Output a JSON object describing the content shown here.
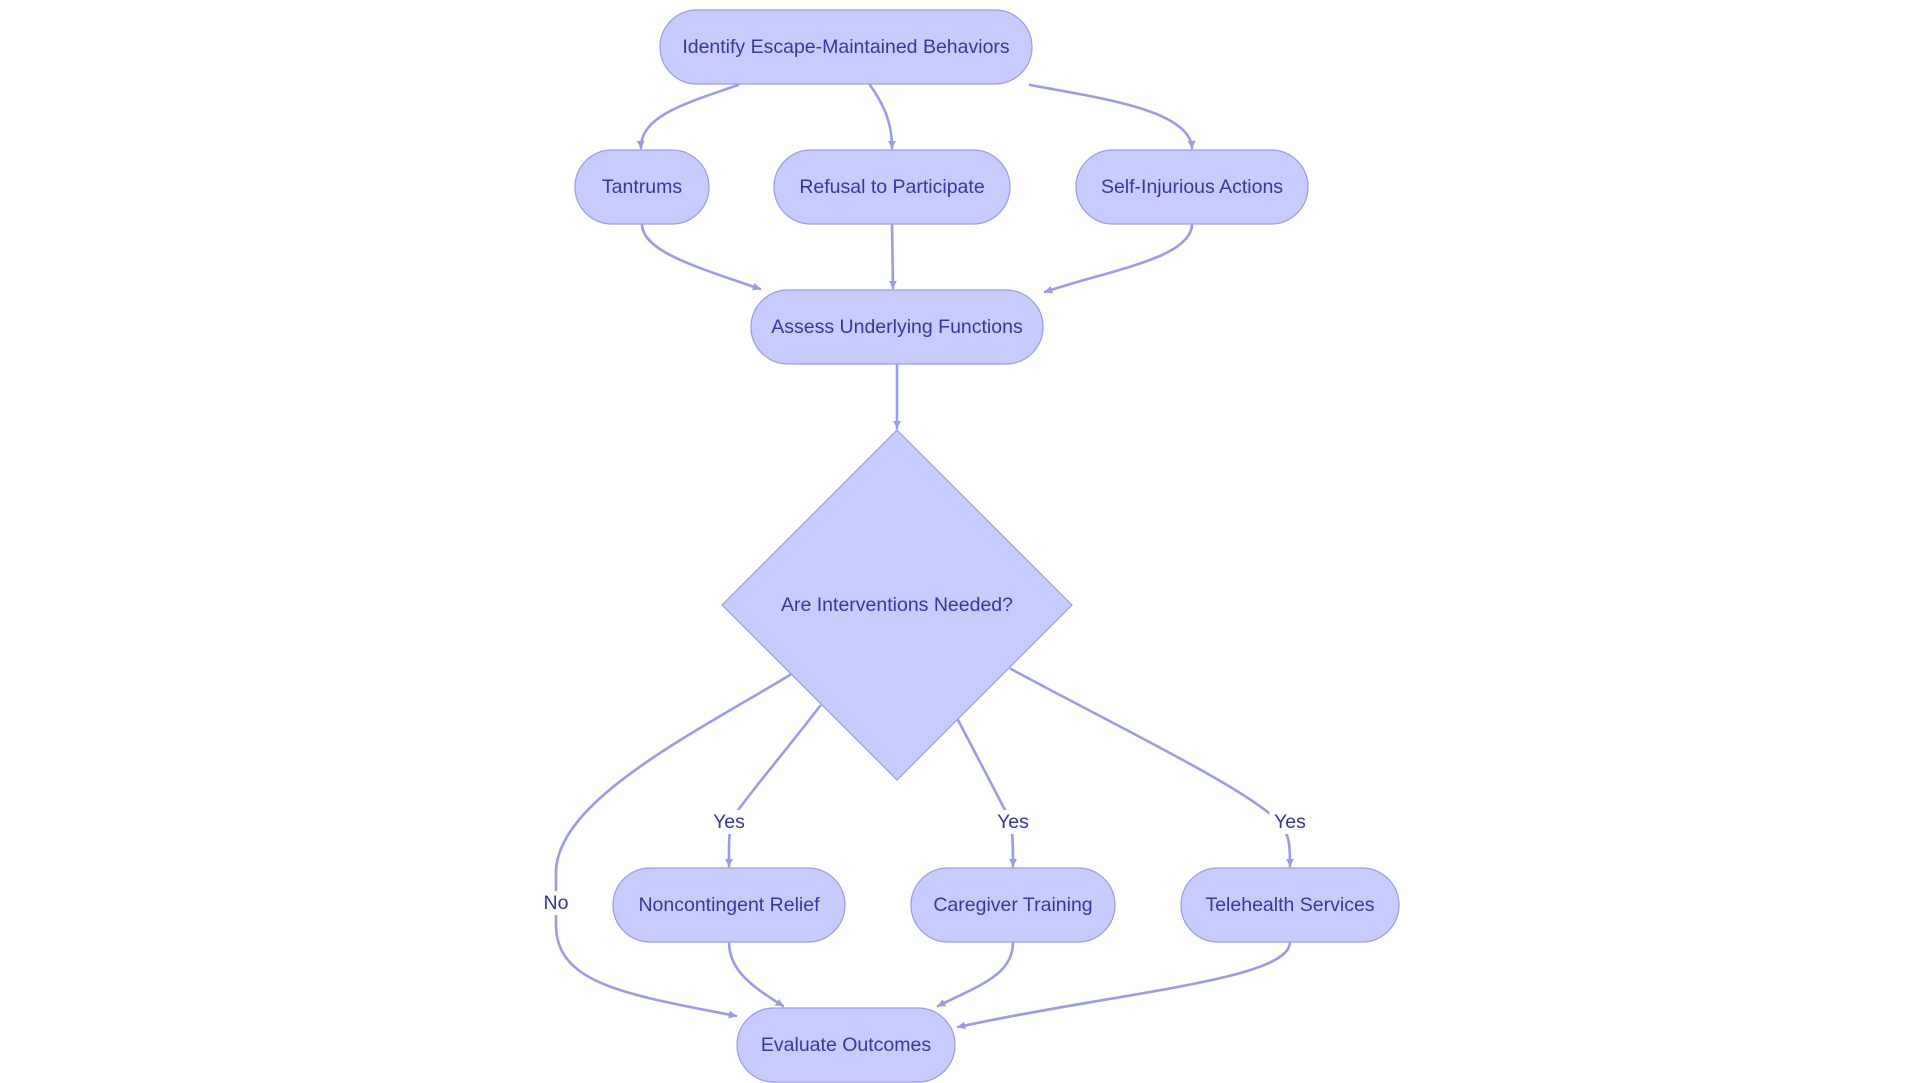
{
  "colors": {
    "node_fill": "#c8cbfd",
    "node_stroke": "#9a9ce8",
    "edge": "#9a9ce8",
    "text": "#3538a2",
    "background": "#ffffff"
  },
  "nodes": [
    {
      "id": "identify",
      "shape": "stadium",
      "label": "Identify Escape-Maintained Behaviors"
    },
    {
      "id": "tantrums",
      "shape": "stadium",
      "label": "Tantrums"
    },
    {
      "id": "refusal",
      "shape": "stadium",
      "label": "Refusal to Participate"
    },
    {
      "id": "self_injurious",
      "shape": "stadium",
      "label": "Self-Injurious Actions"
    },
    {
      "id": "assess",
      "shape": "stadium",
      "label": "Assess Underlying Functions"
    },
    {
      "id": "decision",
      "shape": "diamond",
      "label": "Are Interventions Needed?"
    },
    {
      "id": "noncontingent",
      "shape": "stadium",
      "label": "Noncontingent Relief"
    },
    {
      "id": "caregiver",
      "shape": "stadium",
      "label": "Caregiver Training"
    },
    {
      "id": "telehealth",
      "shape": "stadium",
      "label": "Telehealth Services"
    },
    {
      "id": "evaluate",
      "shape": "stadium",
      "label": "Evaluate Outcomes"
    }
  ],
  "edges": [
    {
      "from": "identify",
      "to": "tantrums",
      "label": ""
    },
    {
      "from": "identify",
      "to": "refusal",
      "label": ""
    },
    {
      "from": "identify",
      "to": "self_injurious",
      "label": ""
    },
    {
      "from": "tantrums",
      "to": "assess",
      "label": ""
    },
    {
      "from": "refusal",
      "to": "assess",
      "label": ""
    },
    {
      "from": "self_injurious",
      "to": "assess",
      "label": ""
    },
    {
      "from": "assess",
      "to": "decision",
      "label": ""
    },
    {
      "from": "decision",
      "to": "noncontingent",
      "label": "Yes"
    },
    {
      "from": "decision",
      "to": "caregiver",
      "label": "Yes"
    },
    {
      "from": "decision",
      "to": "telehealth",
      "label": "Yes"
    },
    {
      "from": "decision",
      "to": "evaluate",
      "label": "No"
    },
    {
      "from": "noncontingent",
      "to": "evaluate",
      "label": ""
    },
    {
      "from": "caregiver",
      "to": "evaluate",
      "label": ""
    },
    {
      "from": "telehealth",
      "to": "evaluate",
      "label": ""
    }
  ]
}
